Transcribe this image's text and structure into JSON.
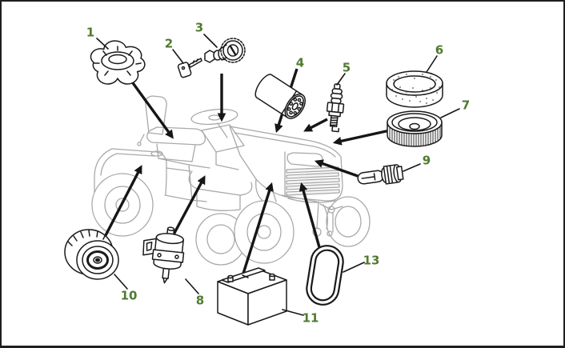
{
  "illustration": {
    "subject": "lawn-tractor-exploded-parts-diagram",
    "style": "line-art"
  },
  "callouts": [
    {
      "label": "1",
      "part": "fuel-cap"
    },
    {
      "label": "2",
      "part": "ignition-key"
    },
    {
      "label": "3",
      "part": "ignition-switch"
    },
    {
      "label": "4",
      "part": "engine-oil-filter"
    },
    {
      "label": "5",
      "part": "spark-plug"
    },
    {
      "label": "6",
      "part": "foam-precleaner-ring"
    },
    {
      "label": "7",
      "part": "air-filter-element"
    },
    {
      "label": "8",
      "part": "fuel-pump"
    },
    {
      "label": "9",
      "part": "headlight-bulb"
    },
    {
      "label": "10",
      "part": "oil-filter"
    },
    {
      "label": "11",
      "part": "battery"
    },
    {
      "label": "13",
      "part": "drive-belt"
    }
  ],
  "colors": {
    "background": "#ffffff",
    "frame_border": "#1f1f1f",
    "callout_number": "#507a30",
    "part_line_art": "#1a1a1a",
    "tractor_line_art": "#a9a9a9",
    "arrow": "#161616"
  }
}
